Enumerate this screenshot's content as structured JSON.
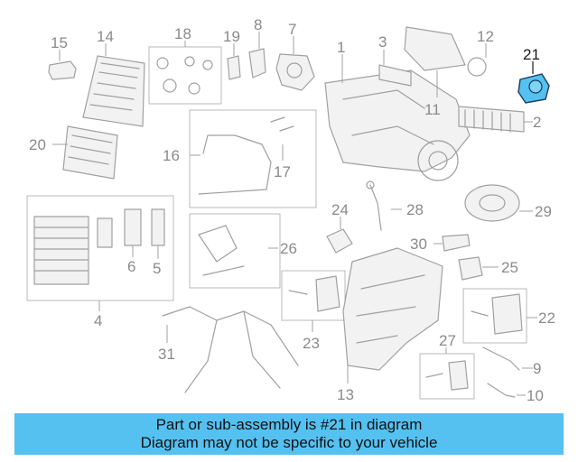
{
  "diagram": {
    "highlight_color": "#55c1f0",
    "highlighted_part": "21",
    "callouts": [
      "1",
      "2",
      "3",
      "4",
      "5",
      "6",
      "7",
      "8",
      "9",
      "10",
      "11",
      "12",
      "13",
      "14",
      "15",
      "16",
      "17",
      "18",
      "19",
      "20",
      "21",
      "22",
      "23",
      "24",
      "25",
      "26",
      "27",
      "28",
      "29",
      "30",
      "31"
    ]
  },
  "banner": {
    "line1": "Part or sub-assembly is #21 in diagram",
    "line2": "Diagram may not be specific to your vehicle",
    "color": "#55c1f0"
  }
}
